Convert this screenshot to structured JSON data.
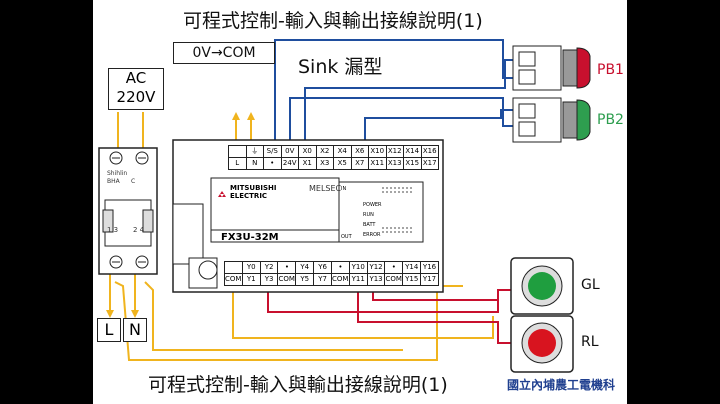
{
  "slide_title": "可程式控制-輸入與輸出接線說明(1)",
  "slide_title_bottom": "可程式控制-輸入與輸出接線說明(1)",
  "mode_label": "0V→COM",
  "sink_label": "Sink 漏型",
  "power": {
    "label_line1": "AC",
    "label_line2": "220V"
  },
  "breaker": {
    "brand": "Shihlin",
    "model": "BHA",
    "rating": "C",
    "label_left": "1 3",
    "label_right": "2 4"
  },
  "plc": {
    "brand_line1": "MITSUBISHI",
    "brand_line2": "ELECTRIC",
    "series": "MELSEC",
    "model": "FX3U-32M",
    "top_row1": [
      "",
      "⏚",
      "S/S",
      "0V",
      "X0",
      "X2",
      "X4",
      "X6",
      "X10",
      "X12",
      "X14",
      "X16"
    ],
    "top_row2": [
      "L",
      "N",
      "•",
      "24V",
      "X1",
      "X3",
      "X5",
      "X7",
      "X11",
      "X13",
      "X15",
      "X17"
    ],
    "bottom_row1": [
      "",
      "Y0",
      "Y2",
      "•",
      "Y4",
      "Y6",
      "•",
      "Y10",
      "Y12",
      "•",
      "Y14",
      "Y16"
    ],
    "bottom_row2": [
      "COM1",
      "Y1",
      "Y3",
      "COM2",
      "Y5",
      "Y7",
      "COM3",
      "Y11",
      "Y13",
      "COM4",
      "Y15",
      "Y17"
    ],
    "status_labels": [
      "POWER",
      "RUN",
      "BATT",
      "ERROR"
    ],
    "in_label": "IN",
    "out_label": "OUT"
  },
  "inputs": [
    {
      "label": "PB1",
      "color": "#c8102e"
    },
    {
      "label": "PB2",
      "color": "#2e9e4f"
    }
  ],
  "outputs": [
    {
      "label": "GL",
      "color": "#1f9e3f"
    },
    {
      "label": "RL",
      "color": "#d8141f"
    }
  ],
  "leads": {
    "l": "L",
    "n": "N"
  },
  "footer": "國立內埔農工電機科",
  "colors": {
    "wire_blue": "#1f4e9e",
    "wire_yellow": "#f0b41e"
  }
}
